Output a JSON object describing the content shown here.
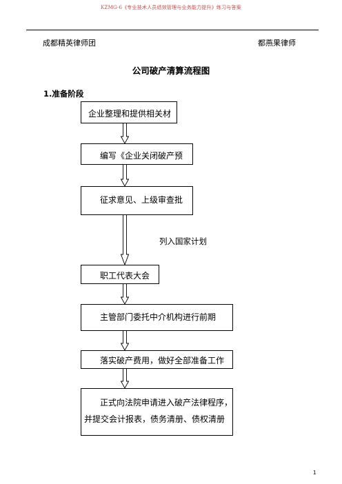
{
  "header": {
    "running_title": "KZMG-6《专业技术人员绩效管理与业务能力提升》练习与答案"
  },
  "byline": {
    "organization": "成都精英律师团",
    "author": "都燕果律师"
  },
  "document_title": "公司破产清算流程图",
  "section_heading": "1.准备阶段",
  "flow_steps": [
    "企业整理和提供相关材",
    "编写《企业关闭破产预",
    "征求意见、上级审查批",
    "职工代表大会",
    "主管部门委托中介机构进行前期",
    "落实破产费用，做好全部准备工作",
    "正式向法院申请进入破产法律程序，",
    "并提交会计报表，债务清册、债权清册"
  ],
  "side_note": "列入国家计划",
  "page_number": "1"
}
